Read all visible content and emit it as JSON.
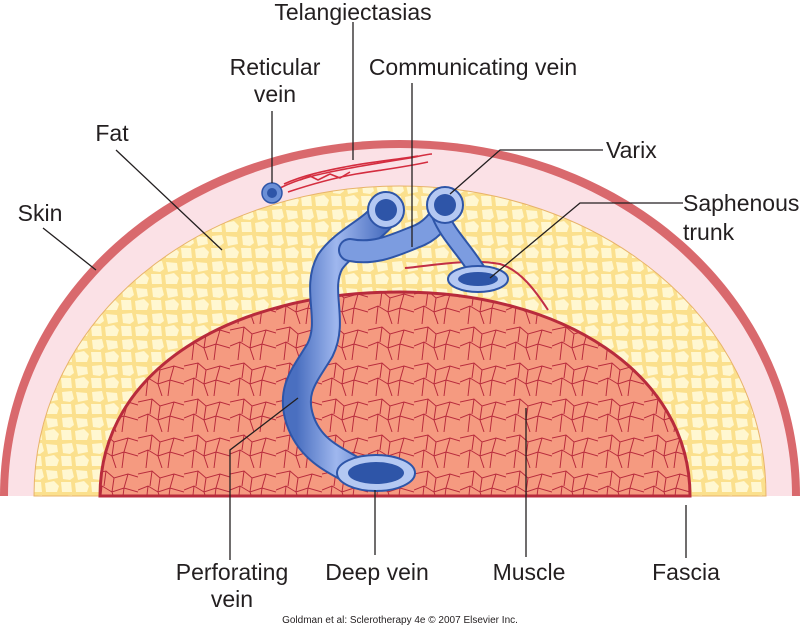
{
  "labels": {
    "telangiectasias": "Telangiectasias",
    "reticular_vein_1": "Reticular",
    "reticular_vein_2": "vein",
    "communicating_vein": "Communicating vein",
    "fat": "Fat",
    "varix": "Varix",
    "skin": "Skin",
    "saphenous_trunk_1": "Saphenous",
    "saphenous_trunk_2": "trunk",
    "perforating_vein_1": "Perforating",
    "perforating_vein_2": "vein",
    "deep_vein": "Deep vein",
    "muscle": "Muscle",
    "fascia": "Fascia"
  },
  "credit": "Goldman et al: Sclerotherapy 4e © 2007 Elsevier Inc.",
  "colors": {
    "skin_outer": "#d9696d",
    "skin_inner": "#fbe1e6",
    "fat": "#fbe08d",
    "fat_cell": "#fff7d1",
    "muscle": "#f59a80",
    "muscle_line": "#b82b3c",
    "vein": "#6b8fd6",
    "vein_dark": "#2e55a8",
    "vein_light": "#b4c8f2",
    "telangiectasia": "#d42d3f"
  }
}
